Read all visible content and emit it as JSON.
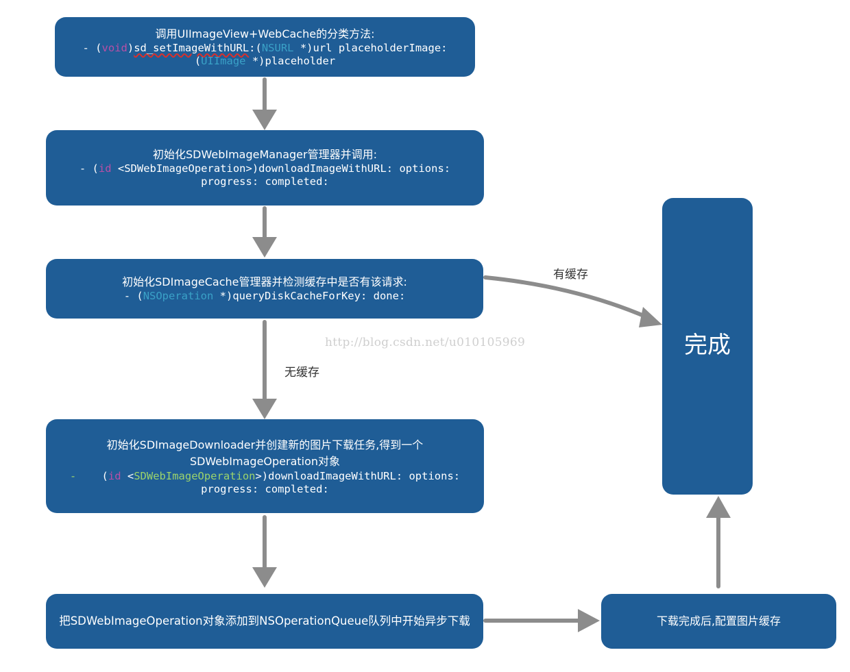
{
  "steps": [
    {
      "title": "调用UIImageView+WebCache的分类方法:",
      "code_line1": {
        "dash": "- ",
        "open": "(",
        "kw": "void",
        "close": ")",
        "method": "sd_setImageWithURL",
        "rest1": ":(",
        "type": "NSURL",
        "rest2": " *)url placeholderImage:"
      },
      "code_line2": {
        "open": "(",
        "type": "UIImage",
        "rest": " *)placeholder"
      }
    },
    {
      "title": "初始化SDWebImageManager管理器并调用:",
      "code_line1": {
        "pre": "- (",
        "kw": "id",
        "rest": " <SDWebImageOperation>)downloadImageWithURL: options:"
      },
      "code_line2": "progress: completed:"
    },
    {
      "title": "初始化SDImageCache管理器并检测缓存中是否有该请求:",
      "code_line1": {
        "pre": "- (",
        "type": "NSOperation",
        "rest": " *)queryDiskCacheForKey: done:"
      }
    },
    {
      "title_line1": "初始化SDImageDownloader并创建新的图片下载任务,得到一个",
      "title_line2": "SDWebImageOperation对象",
      "code_line1": {
        "dash": "-",
        "pre": "    (",
        "kw": "id",
        "mid": " <",
        "type": "SDWebImageOperation",
        "rest": ">)downloadImageWithURL: options:"
      },
      "code_line2": "progress: completed:"
    },
    {
      "title": "把SDWebImageOperation对象添加到NSOperationQueue队列中开始异步下载"
    }
  ],
  "download_done": "下载完成后,配置图片缓存",
  "complete": "完成",
  "edge_labels": {
    "cached": "有缓存",
    "not_cached": "无缓存"
  },
  "watermark": "http://blog.csdn.net/u010105969",
  "colors": {
    "box": "#1f5d96",
    "arrow": "#8a8a8a",
    "keyword": "#b84fa6",
    "type": "#3aa1c7"
  }
}
